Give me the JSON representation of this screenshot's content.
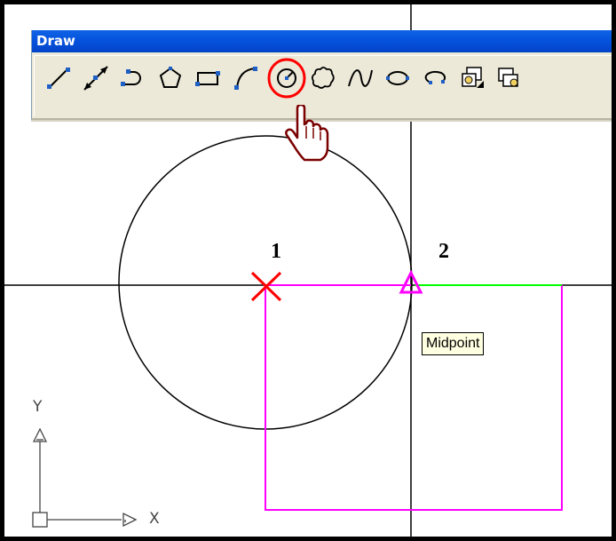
{
  "toolbar": {
    "title": "Draw",
    "tools": [
      {
        "name": "line-tool",
        "icon": "line-icon"
      },
      {
        "name": "construction-line-tool",
        "icon": "construction-line-icon"
      },
      {
        "name": "polyline-tool",
        "icon": "polyline-icon"
      },
      {
        "name": "polygon-tool",
        "icon": "polygon-icon"
      },
      {
        "name": "rectangle-tool",
        "icon": "rectangle-icon"
      },
      {
        "name": "arc-tool",
        "icon": "arc-icon"
      },
      {
        "name": "circle-tool",
        "icon": "circle-icon",
        "highlighted": true
      },
      {
        "name": "revision-cloud-tool",
        "icon": "revision-cloud-icon"
      },
      {
        "name": "spline-tool",
        "icon": "spline-icon"
      },
      {
        "name": "ellipse-tool",
        "icon": "ellipse-icon"
      },
      {
        "name": "ellipse-arc-tool",
        "icon": "ellipse-arc-icon"
      },
      {
        "name": "insert-block-tool",
        "icon": "insert-block-icon"
      },
      {
        "name": "make-block-tool",
        "icon": "make-block-icon"
      }
    ]
  },
  "labels": {
    "point1": "1",
    "point2": "2",
    "tooltip": "Midpoint",
    "ucs_y": "Y",
    "ucs_x": "X"
  },
  "colors": {
    "circle": "#000000",
    "rectangle": "#ff00ff",
    "green_edge": "#00ff00",
    "center_marker": "#ff0000",
    "highlight_ring": "#ff0000",
    "crosshair": "#000000"
  }
}
